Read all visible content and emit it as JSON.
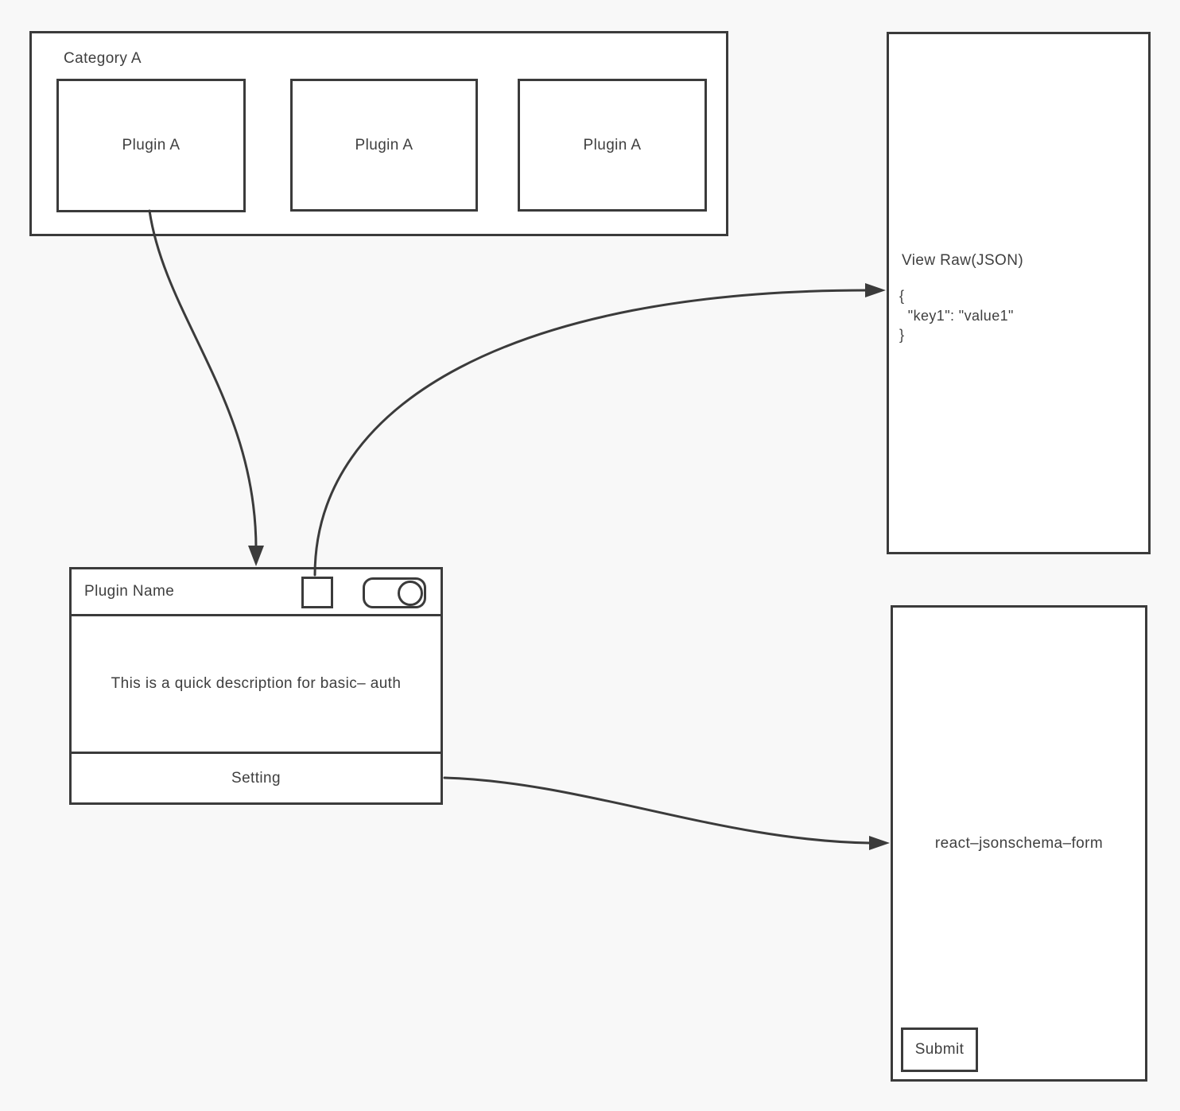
{
  "colors": {
    "background": "#f8f8f8",
    "surface": "#ffffff",
    "stroke": "#3b3b3b",
    "text": "#3f3f3f"
  },
  "category": {
    "label": "Category A",
    "plugins": [
      {
        "label": "Plugin A"
      },
      {
        "label": "Plugin A"
      },
      {
        "label": "Plugin A"
      }
    ]
  },
  "view_raw": {
    "title": "View Raw(JSON)",
    "json_lines": {
      "line1": "{",
      "line2": "  \"key1\": \"value1\"",
      "line3": "}"
    }
  },
  "plugin_card": {
    "name": "Plugin Name",
    "description": "This is a quick description for basic– auth",
    "footer_label": "Setting",
    "toggle_state": "on"
  },
  "schema_form": {
    "label": "react–jsonschema–form",
    "submit_label": "Submit"
  }
}
